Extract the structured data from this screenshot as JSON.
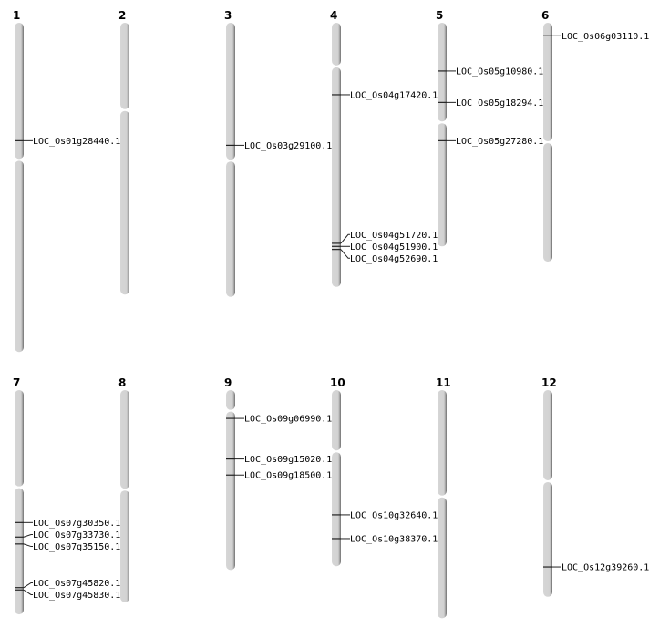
{
  "chart_data": {
    "type": "chromosome-map",
    "units": "Mb",
    "chromosomes": [
      {
        "name": "1",
        "length": 43.0,
        "centromere": 17.9,
        "markers": [
          {
            "label": "LOC_Os01g28440.1",
            "pos": 15.4
          }
        ]
      },
      {
        "name": "2",
        "length": 35.5,
        "centromere": 11.4,
        "markers": []
      },
      {
        "name": "3",
        "length": 35.8,
        "centromere": 18.0,
        "markers": [
          {
            "label": "LOC_Os03g29100.1",
            "pos": 16.0
          }
        ]
      },
      {
        "name": "4",
        "length": 34.5,
        "centromere": 5.7,
        "markers": [
          {
            "label": "LOC_Os04g17420.1",
            "pos": 9.4
          },
          {
            "label": "LOC_Os04g51720.1",
            "pos": 28.8
          },
          {
            "label": "LOC_Os04g51900.1",
            "pos": 29.2
          },
          {
            "label": "LOC_Os04g52690.1",
            "pos": 29.6
          }
        ]
      },
      {
        "name": "5",
        "length": 29.2,
        "centromere": 13.0,
        "markers": [
          {
            "label": "LOC_Os05g10980.1",
            "pos": 6.3
          },
          {
            "label": "LOC_Os05g18294.1",
            "pos": 10.4
          },
          {
            "label": "LOC_Os05g27280.1",
            "pos": 15.4
          }
        ]
      },
      {
        "name": "6",
        "length": 31.2,
        "centromere": 15.6,
        "markers": [
          {
            "label": "LOC_Os06g03110.1",
            "pos": 1.7
          }
        ]
      },
      {
        "name": "7",
        "length": 29.3,
        "centromere": 12.7,
        "markers": [
          {
            "label": "LOC_Os07g30350.1",
            "pos": 17.3
          },
          {
            "label": "LOC_Os07g33730.1",
            "pos": 19.2
          },
          {
            "label": "LOC_Os07g35150.1",
            "pos": 20.1
          },
          {
            "label": "LOC_Os07g45820.1",
            "pos": 25.8
          },
          {
            "label": "LOC_Os07g45830.1",
            "pos": 26.1
          }
        ]
      },
      {
        "name": "8",
        "length": 27.7,
        "centromere": 13.0,
        "markers": []
      },
      {
        "name": "9",
        "length": 23.5,
        "centromere": 2.7,
        "markers": [
          {
            "label": "LOC_Os09g06990.1",
            "pos": 3.7
          },
          {
            "label": "LOC_Os09g15020.1",
            "pos": 9.0
          },
          {
            "label": "LOC_Os09g18500.1",
            "pos": 11.1
          }
        ]
      },
      {
        "name": "10",
        "length": 23.0,
        "centromere": 8.0,
        "markers": [
          {
            "label": "LOC_Os10g32640.1",
            "pos": 16.3
          },
          {
            "label": "LOC_Os10g38370.1",
            "pos": 19.4
          }
        ]
      },
      {
        "name": "11",
        "length": 29.8,
        "centromere": 13.9,
        "markers": []
      },
      {
        "name": "12",
        "length": 27.0,
        "centromere": 11.9,
        "markers": [
          {
            "label": "LOC_Os12g39260.1",
            "pos": 23.1
          }
        ]
      }
    ]
  }
}
